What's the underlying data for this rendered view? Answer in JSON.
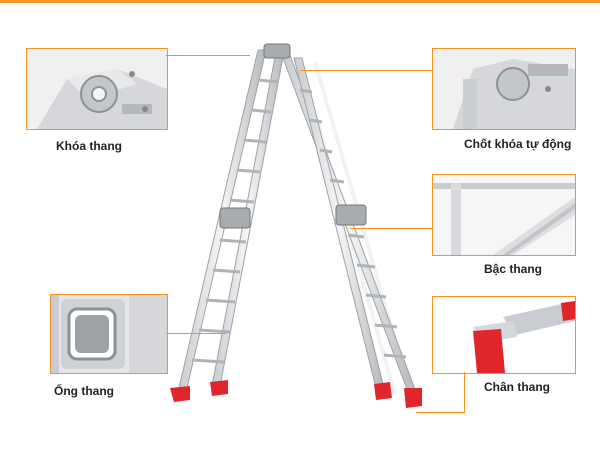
{
  "accent_color": "#f7931e",
  "foot_color": "#e0252b",
  "callouts": [
    {
      "id": "lock",
      "label": "Khóa thang",
      "icon": "ladder-hinge-lock-icon"
    },
    {
      "id": "auto-lock",
      "label": "Chốt khóa tự động",
      "icon": "auto-lock-pin-icon"
    },
    {
      "id": "step",
      "label": "Bậc thang",
      "icon": "ladder-step-icon"
    },
    {
      "id": "tube",
      "label": "Ống thang",
      "icon": "square-tube-icon"
    },
    {
      "id": "foot",
      "label": "Chân thang",
      "icon": "ladder-foot-icon"
    }
  ]
}
